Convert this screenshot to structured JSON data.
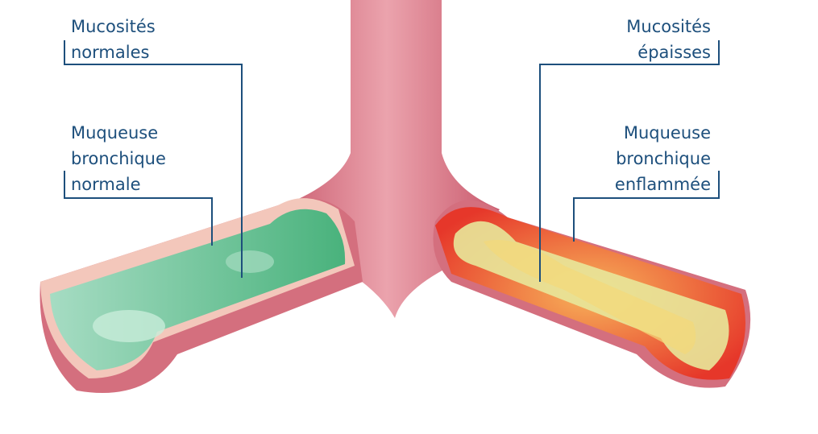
{
  "labels": {
    "normal_mucus": [
      "Mucosités",
      "normales"
    ],
    "normal_mucosa": [
      "Muqueuse",
      "bronchique",
      "normale"
    ],
    "thick_mucus": [
      "Mucosités",
      "épaisses"
    ],
    "inflamed_mucosa": [
      "Muqueuse",
      "bronchique",
      "enflammée"
    ]
  },
  "colors": {
    "label_text": "#1d4f7c",
    "leader_line": "#1d4f7c",
    "bronchus_wall": "#d9737f",
    "healthy_lumen": "#5fbf8c",
    "inflamed_wall": "#e8432a",
    "thick_mucus": "#e8e79a"
  }
}
